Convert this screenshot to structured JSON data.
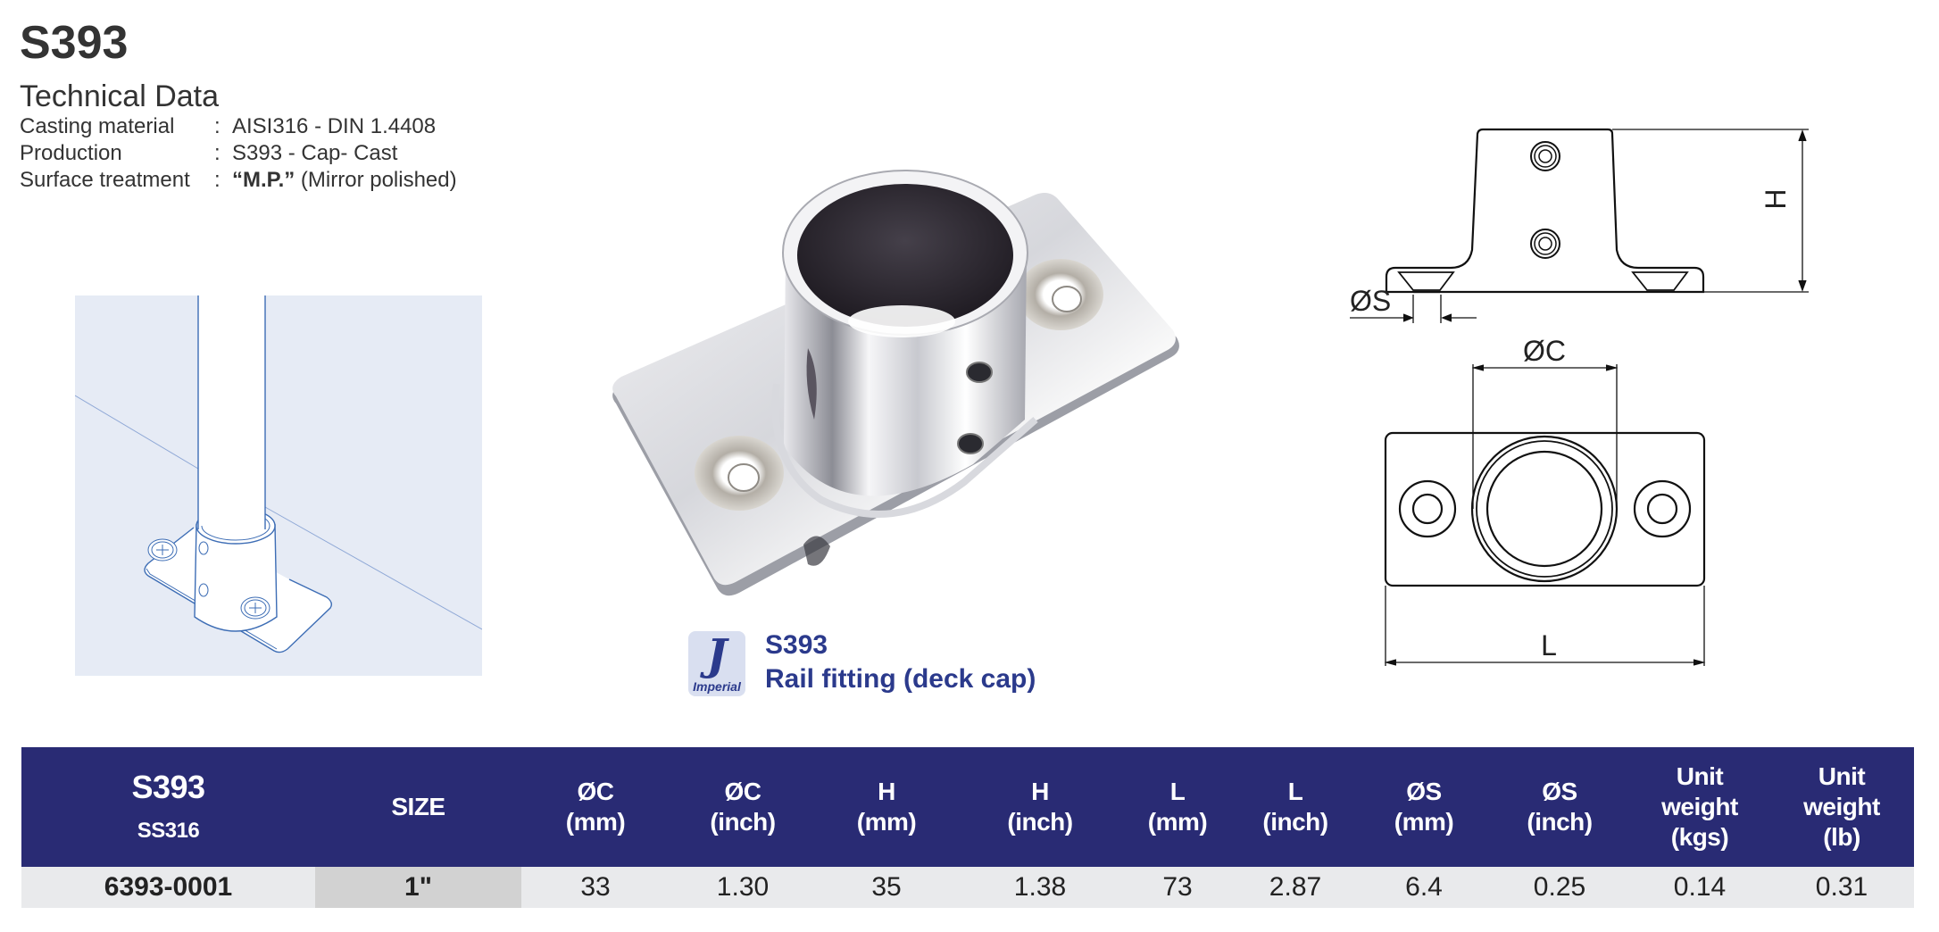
{
  "header": {
    "product_code": "S393",
    "section_title": "Technical Data",
    "specs": [
      {
        "label": "Casting material",
        "colon": ":",
        "value": "AISI316 - DIN 1.4408",
        "value_bold": ""
      },
      {
        "label": "Production",
        "colon": ":",
        "value": "S393 - Cap- Cast",
        "value_bold": ""
      },
      {
        "label": "Surface treatment",
        "colon": ":",
        "value_bold": "“M.P.”",
        "value": " (Mirror polished)"
      }
    ]
  },
  "illustration": {
    "description": "installation-sketch",
    "background": "#e6ebf5",
    "line_color": "#3d6db5"
  },
  "photo": {
    "description": "polished stainless deck cap fitting"
  },
  "caption": {
    "logo_glyph": "J",
    "logo_word": "Imperial",
    "code": "S393",
    "name": "Rail fitting (deck cap)",
    "color": "#2b3a8c"
  },
  "drawing": {
    "side_view": {
      "height_label": "H",
      "hole_label": "ØS"
    },
    "top_view": {
      "diameter_label": "ØC",
      "length_label": "L"
    }
  },
  "table": {
    "header_bg": "#292b74",
    "columns": [
      {
        "main": "S393",
        "sub": "SS316"
      },
      {
        "lines": [
          "SIZE"
        ]
      },
      {
        "lines": [
          "ØC",
          "(mm)"
        ]
      },
      {
        "lines": [
          "ØC",
          "(inch)"
        ]
      },
      {
        "lines": [
          "H",
          "(mm)"
        ]
      },
      {
        "lines": [
          "H",
          "(inch)"
        ]
      },
      {
        "lines": [
          "L",
          "(mm)"
        ]
      },
      {
        "lines": [
          "L",
          "(inch)"
        ]
      },
      {
        "lines": [
          "ØS",
          "(mm)"
        ]
      },
      {
        "lines": [
          "ØS",
          "(inch)"
        ]
      },
      {
        "lines": [
          "Unit",
          "weight",
          "(kgs)"
        ]
      },
      {
        "lines": [
          "Unit",
          "weight",
          "(lb)"
        ]
      }
    ],
    "rows": [
      [
        "6393-0001",
        "1\"",
        "33",
        "1.30",
        "35",
        "1.38",
        "73",
        "2.87",
        "6.4",
        "0.25",
        "0.14",
        "0.31"
      ]
    ]
  }
}
